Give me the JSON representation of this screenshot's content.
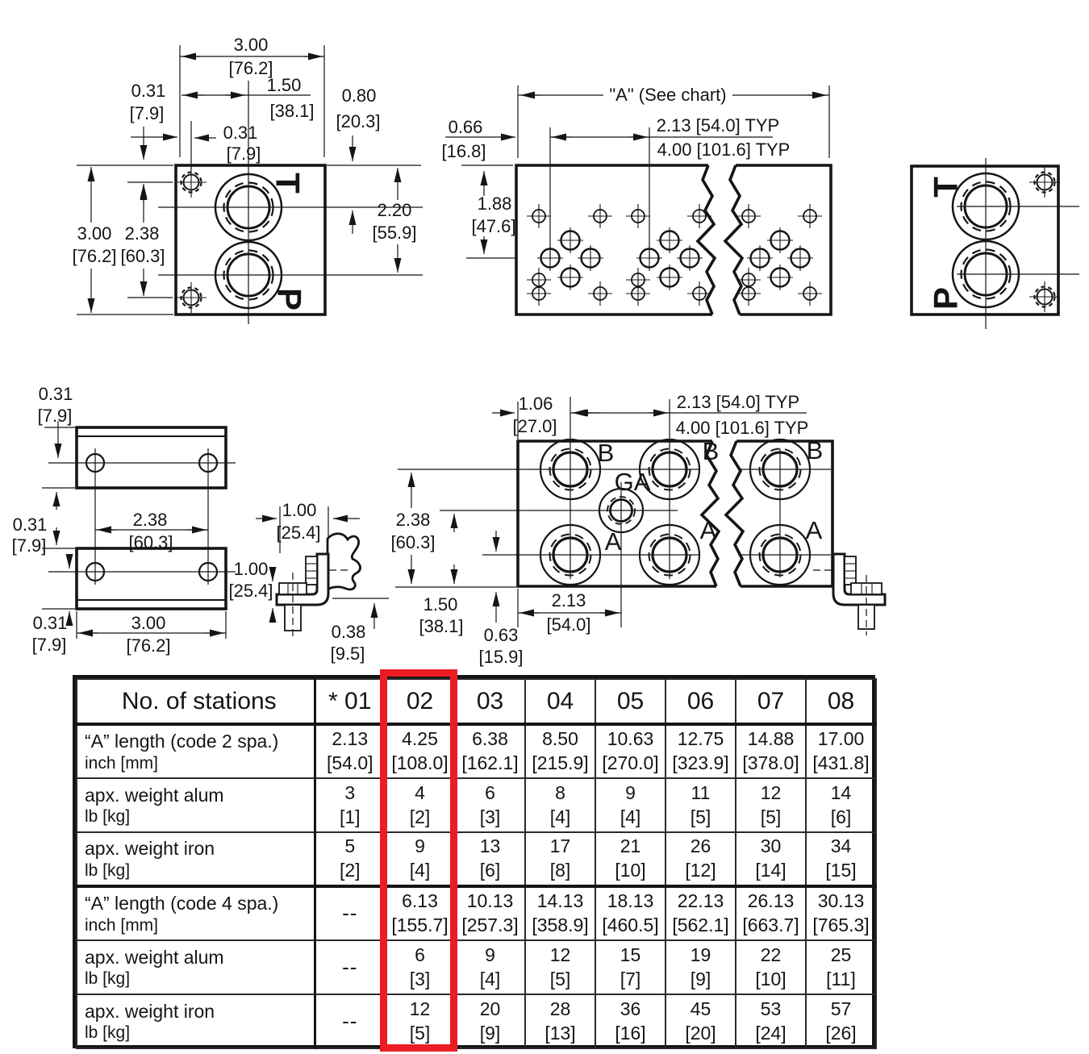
{
  "colors": {
    "line": "#151515",
    "highlight": "#ec1c24"
  },
  "end_view_left": {
    "port_top": "T",
    "port_bottom": "P",
    "dim_width_in": "3.00",
    "dim_width_mm": "[76.2]",
    "dim_port_x_in": "1.50",
    "dim_port_x_mm": "[38.1]",
    "dim_hole_top_in": "0.31",
    "dim_hole_top_mm": "[7.9]",
    "dim_hole_x_in": "0.31",
    "dim_hole_x_mm": "[7.9]",
    "dim_t_depth_in": "0.80",
    "dim_t_depth_mm": "[20.3]",
    "dim_height_in": "3.00",
    "dim_height_mm": "[76.2]",
    "dim_hole_span_in": "2.38",
    "dim_hole_span_mm": "[60.3]",
    "dim_p_depth_in": "2.20",
    "dim_p_depth_mm": "[55.9]"
  },
  "top_view": {
    "dim_a_label": "\"A\" (See chart)",
    "dim_end_in": "0.66",
    "dim_end_mm": "[16.8]",
    "dim_typ_pitch": "2.13 [54.0] TYP",
    "dim_typ_station": "4.00 [101.6] TYP",
    "dim_depth_in": "1.88",
    "dim_depth_mm": "[47.6]"
  },
  "end_view_right": {
    "port_top": "T",
    "port_bottom": "P"
  },
  "plates_view": {
    "dim_top_in": "0.31",
    "dim_top_mm": "[7.9]",
    "dim_mid_in": "0.31",
    "dim_mid_mm": "[7.9]",
    "dim_span_in": "2.38",
    "dim_span_mm": "[60.3]",
    "dim_bot_in": "0.31",
    "dim_bot_mm": "[7.9]",
    "dim_width_in": "3.00",
    "dim_width_mm": "[76.2]"
  },
  "bracket_view": {
    "dim_w_in": "1.00",
    "dim_w_mm": "[25.4]",
    "dim_h_in": "1.00",
    "dim_h_mm": "[25.4]",
    "dim_t_in": "0.38",
    "dim_t_mm": "[9.5]"
  },
  "bottom_view": {
    "dim_edge_in": "1.06",
    "dim_edge_mm": "[27.0]",
    "dim_typ_pitch": "2.13 [54.0] TYP",
    "dim_typ_station": "4.00 [101.6] TYP",
    "dim_b_row_in": "2.38",
    "dim_b_row_mm": "[60.3]",
    "dim_ga_row_in": "1.50",
    "dim_ga_row_mm": "[38.1]",
    "dim_a_row_in": "0.63",
    "dim_a_row_mm": "[15.9]",
    "dim_ga_x_in": "2.13",
    "dim_ga_x_mm": "[54.0]",
    "label_b": "B",
    "label_a": "A",
    "label_ga": "GA"
  },
  "table": {
    "header_label": "No. of stations",
    "columns": [
      "* 01",
      "02",
      "03",
      "04",
      "05",
      "06",
      "07",
      "08"
    ],
    "highlighted_column": "02",
    "rows": [
      {
        "label": "“A” length (code 2 spa.)",
        "unit": "inch [mm]",
        "primary": [
          "2.13",
          "4.25",
          "6.38",
          "8.50",
          "10.63",
          "12.75",
          "14.88",
          "17.00"
        ],
        "secondary": [
          "[54.0]",
          "[108.0]",
          "[162.1]",
          "[215.9]",
          "[270.0]",
          "[323.9]",
          "[378.0]",
          "[431.8]"
        ]
      },
      {
        "label": "apx. weight alum",
        "unit": "lb [kg]",
        "primary": [
          "3",
          "4",
          "6",
          "8",
          "9",
          "11",
          "12",
          "14"
        ],
        "secondary": [
          "[1]",
          "[2]",
          "[3]",
          "[4]",
          "[4]",
          "[5]",
          "[5]",
          "[6]"
        ]
      },
      {
        "label": "apx. weight iron",
        "unit": "lb [kg]",
        "primary": [
          "5",
          "9",
          "13",
          "17",
          "21",
          "26",
          "30",
          "34"
        ],
        "secondary": [
          "[2]",
          "[4]",
          "[6]",
          "[8]",
          "[10]",
          "[12]",
          "[14]",
          "[15]"
        ]
      },
      {
        "label": "“A” length (code 4 spa.)",
        "unit": "inch [mm]",
        "section_start": true,
        "primary": [
          "--",
          "6.13",
          "10.13",
          "14.13",
          "18.13",
          "22.13",
          "26.13",
          "30.13"
        ],
        "secondary": [
          "",
          "[155.7]",
          "[257.3]",
          "[358.9]",
          "[460.5]",
          "[562.1]",
          "[663.7]",
          "[765.3]"
        ]
      },
      {
        "label": "apx. weight alum",
        "unit": "lb [kg]",
        "primary": [
          "--",
          "6",
          "9",
          "12",
          "15",
          "19",
          "22",
          "25"
        ],
        "secondary": [
          "",
          "[3]",
          "[4]",
          "[5]",
          "[7]",
          "[9]",
          "[10]",
          "[11]"
        ]
      },
      {
        "label": "apx. weight iron",
        "unit": "lb [kg]",
        "primary": [
          "--",
          "12",
          "20",
          "28",
          "36",
          "45",
          "53",
          "57"
        ],
        "secondary": [
          "",
          "[5]",
          "[9]",
          "[13]",
          "[16]",
          "[20]",
          "[24]",
          "[26]"
        ]
      }
    ]
  }
}
